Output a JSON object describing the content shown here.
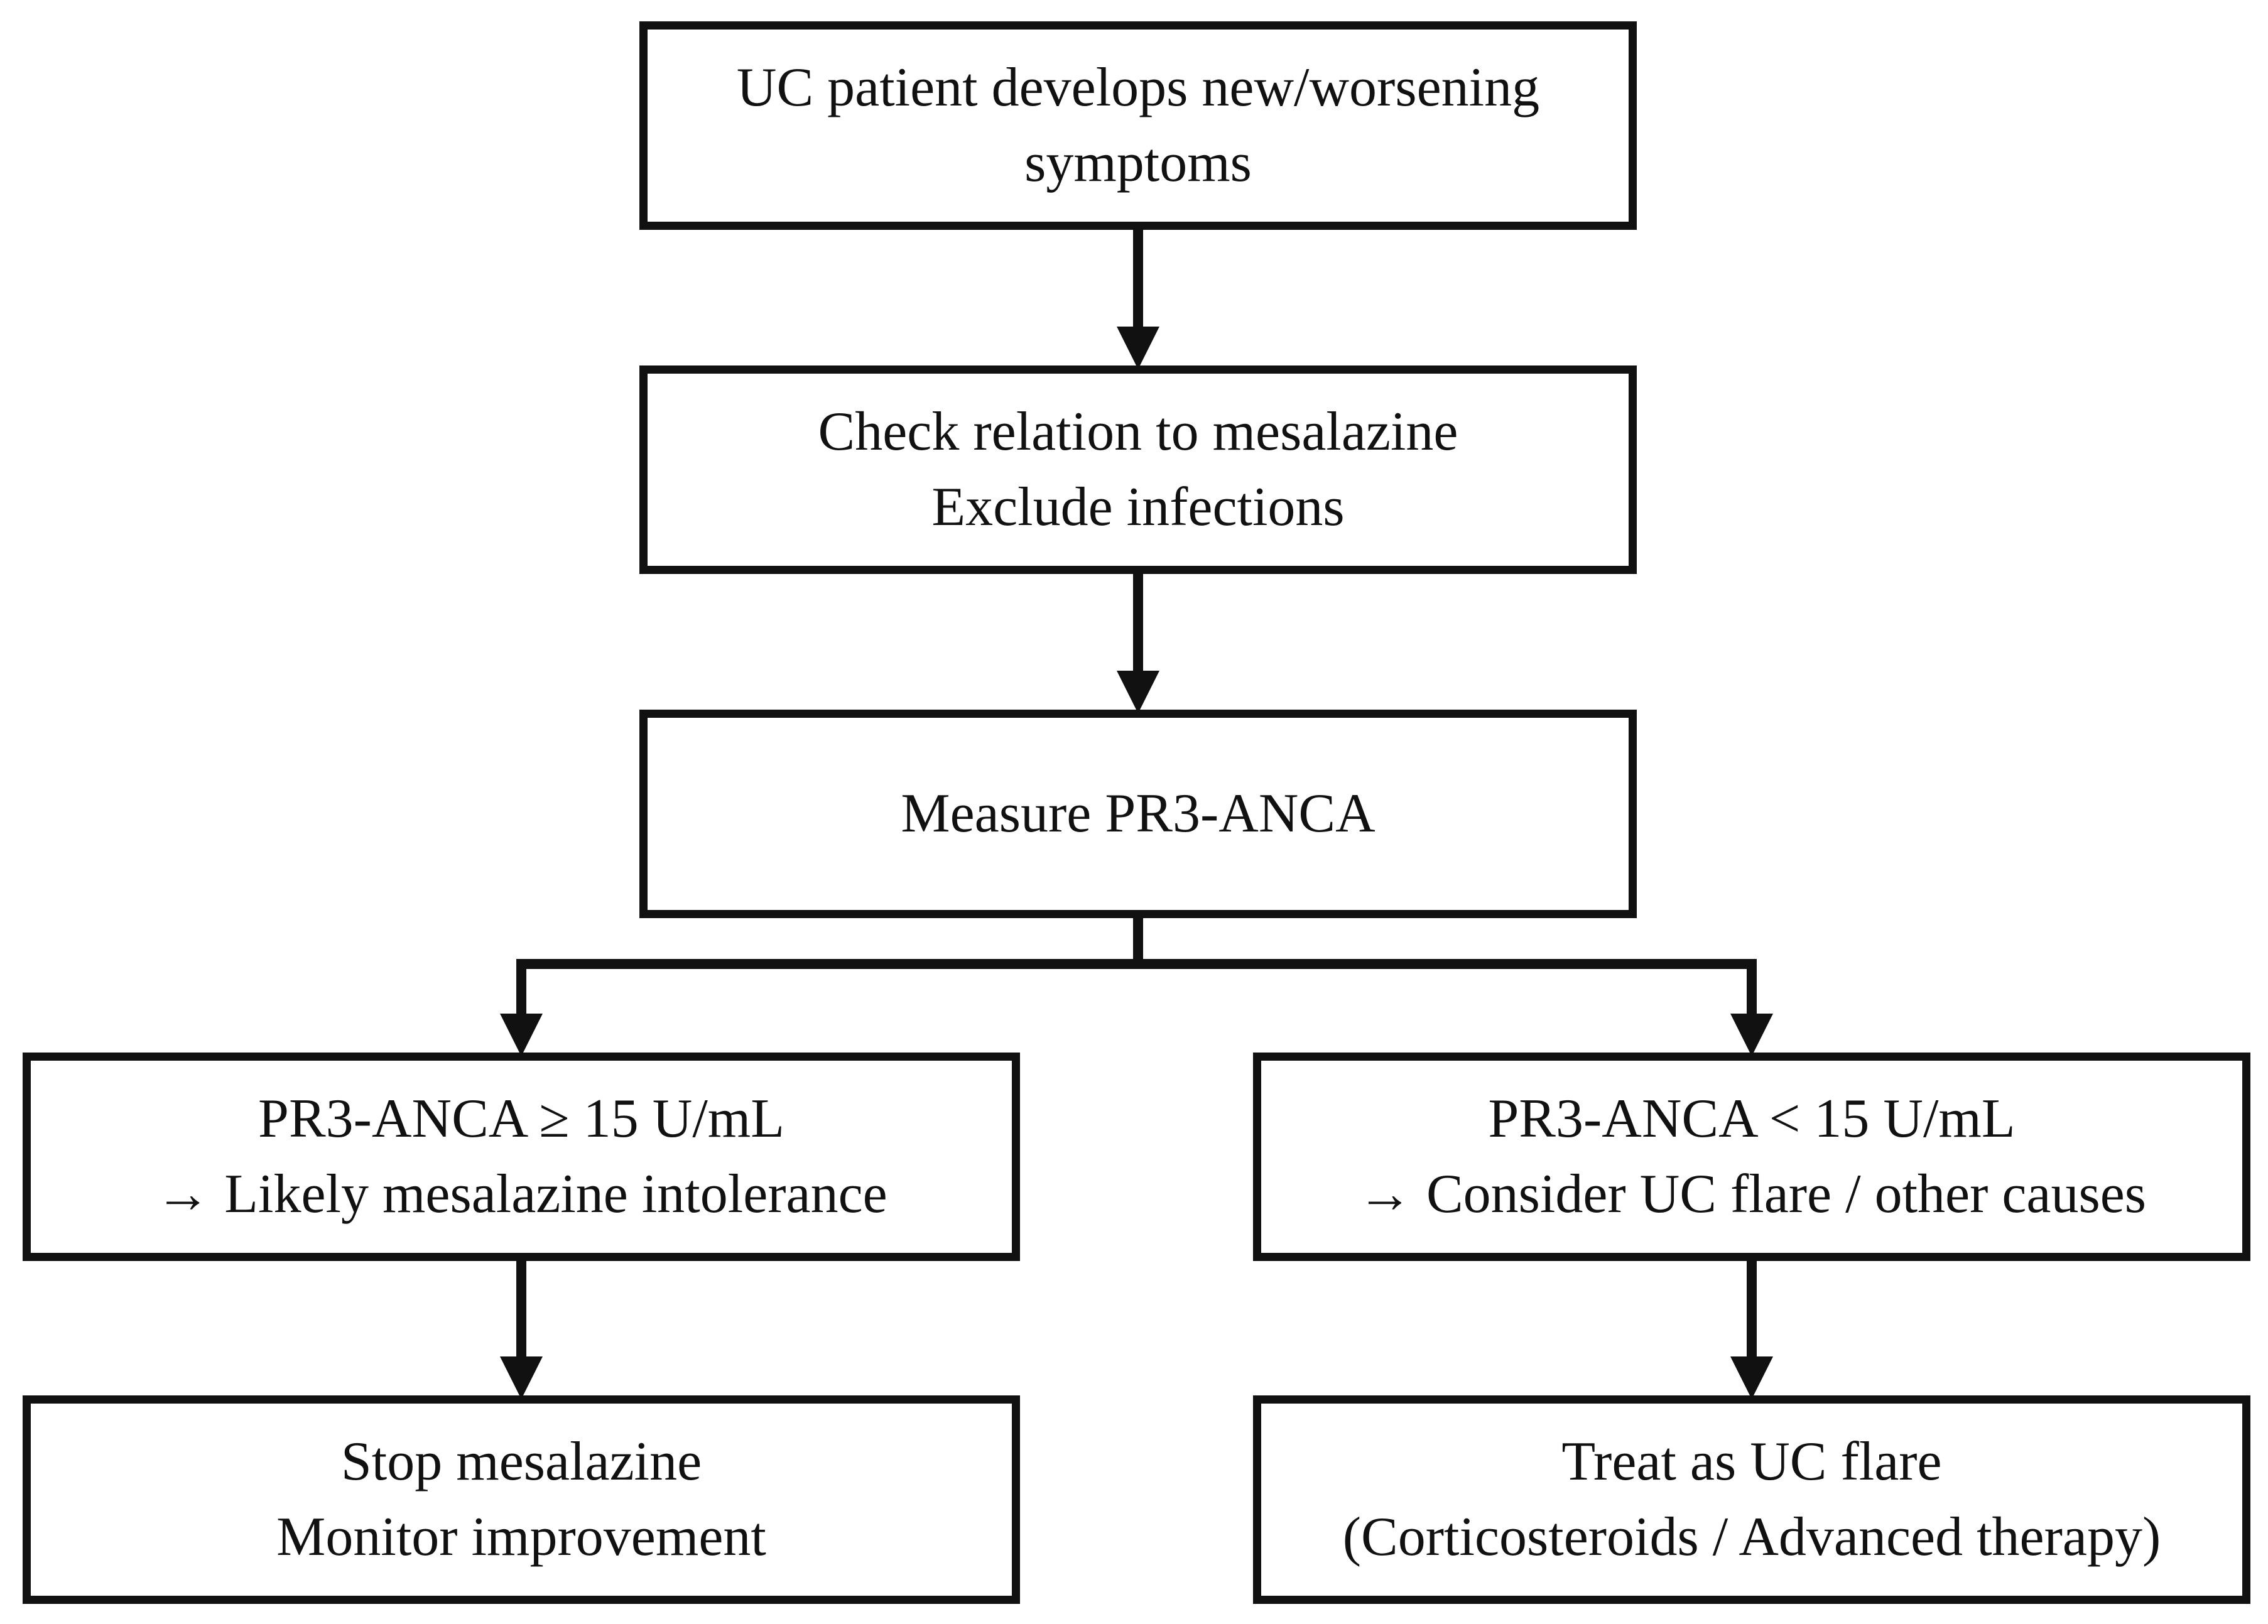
{
  "flowchart": {
    "start": {
      "line1": "UC patient develops new/worsening",
      "line2": "symptoms"
    },
    "check": {
      "line1": "Check relation to mesalazine",
      "line2": "Exclude infections"
    },
    "measure": {
      "line1": "Measure PR3-ANCA"
    },
    "high": {
      "line1": "PR3-ANCA ≥ 15 U/mL",
      "line2": "→ Likely mesalazine intolerance"
    },
    "low": {
      "line1": "PR3-ANCA < 15 U/mL",
      "line2": "→ Consider UC flare / other causes"
    },
    "stop": {
      "line1": "Stop mesalazine",
      "line2": "Monitor improvement"
    },
    "treat": {
      "line1": "Treat as UC flare",
      "line2": "(Corticosteroids / Advanced therapy)"
    }
  },
  "colors": {
    "stroke": "#111111",
    "background": "#ffffff"
  }
}
